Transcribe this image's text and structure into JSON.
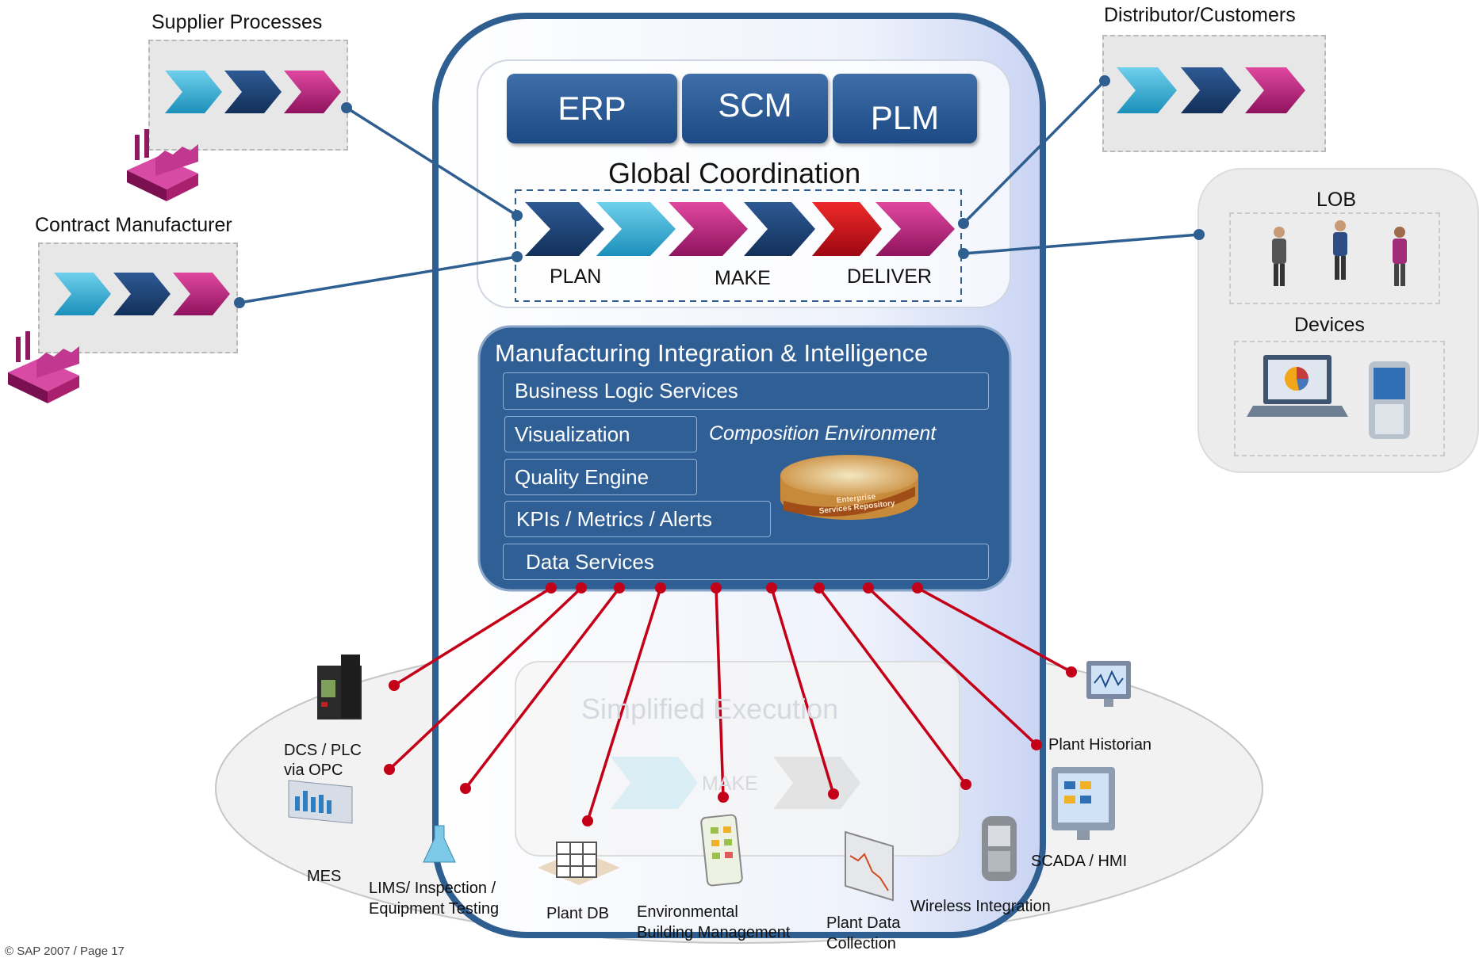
{
  "supplier": {
    "title": "Supplier Processes"
  },
  "contract": {
    "title": "Contract Manufacturer"
  },
  "distributor": {
    "title": "Distributor/Customers"
  },
  "systems": [
    "ERP",
    "SCM",
    "PLM"
  ],
  "global": {
    "title": "Global Coordination",
    "phases": [
      "PLAN",
      "MAKE",
      "DELIVER"
    ]
  },
  "lob": {
    "title": "LOB",
    "devices_title": "Devices"
  },
  "mii": {
    "title": "Manufacturing Integration & Intelligence",
    "business_logic": "Business Logic Services",
    "visualization": "Visualization",
    "composition": "Composition Environment",
    "quality": "Quality Engine",
    "kpis": "KPIs / Metrics / Alerts",
    "data_services": "Data Services",
    "repository_line1": "Enterprise",
    "repository_line2": "Services Repository"
  },
  "execution": {
    "title": "Simplified Execution",
    "make": "MAKE"
  },
  "endpoints": {
    "dcs_line1": "DCS / PLC",
    "dcs_line2": "via OPC",
    "mes": "MES",
    "lims_line1": "LIMS/ Inspection /",
    "lims_line2": "Equipment Testing",
    "plant_db": "Plant DB",
    "env_line1": "Environmental",
    "env_line2": "Building Management",
    "pdc_line1": "Plant Data",
    "pdc_line2": "Collection",
    "wireless": "Wireless Integration",
    "historian": "Plant Historian",
    "scada": "SCADA / HMI"
  },
  "footer": "© SAP 2007 / Page 17",
  "colors": {
    "navy": "#1d3f6e",
    "cyan": "#2fa9d2",
    "magenta": "#b51f7f",
    "red": "#cc1020",
    "connector_blue": "#2f5e90",
    "connector_red": "#c40018",
    "mii_panel": "#2f5f95"
  }
}
